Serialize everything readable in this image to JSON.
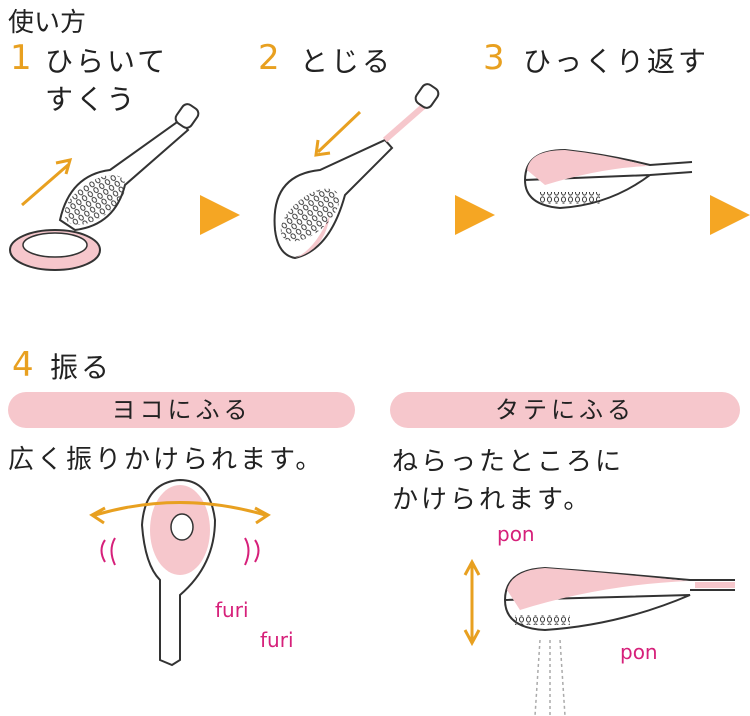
{
  "title": "使い方",
  "steps": [
    {
      "number": "1",
      "label_line1": "ひらいて",
      "label_line2": "すくう"
    },
    {
      "number": "2",
      "label": "とじる"
    },
    {
      "number": "3",
      "label": "ひっくり返す"
    },
    {
      "number": "4",
      "label": "振る"
    }
  ],
  "horizontal": {
    "pill": "ヨコにふる",
    "desc": "広く振りかけられます。",
    "sfx1": "furi",
    "sfx2": "furi"
  },
  "vertical": {
    "pill": "タテにふる",
    "desc_line1": "ねらったところに",
    "desc_line2": "かけられます。",
    "sfx1": "pon",
    "sfx2": "pon"
  },
  "colors": {
    "accent": "#e8a020",
    "pink": "#f6c7cc",
    "magenta": "#d6207a"
  }
}
